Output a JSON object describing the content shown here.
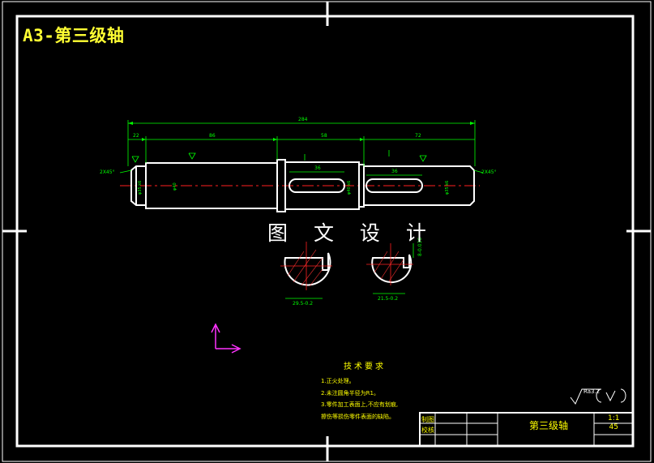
{
  "sheet_title": "A3-第三级轴",
  "watermark": "图 文 设 计",
  "dimensions": {
    "overall": "284",
    "seg_left": "22",
    "seg_1": "86",
    "seg_2": "58",
    "seg_3": "72",
    "chamfer_left": "2X45°",
    "chamfer_right": "2X45°",
    "keyway_1": "36",
    "keyway_2": "36"
  },
  "sections": {
    "dim_1": "29.5-0.2",
    "dim_2": "21.5-0.2",
    "width_2": "8-0.036"
  },
  "technical_requirements": {
    "title": "技术要求",
    "items": [
      "1.正火处理。",
      "2.未注圆角半径为R1。",
      "3.零件加工表面上,不应有划痕,",
      "擦伤等损伤零件表面的缺陷。"
    ]
  },
  "roughness": {
    "general": "Ra3.2"
  },
  "title_block": {
    "drawn_label": "制图",
    "checked_label": "校核",
    "part_name": "第三级轴",
    "scale": "1:1",
    "material": "45"
  },
  "colors": {
    "frame": "#ffffff",
    "title": "#ffff33",
    "dimension": "#00ff00",
    "centerline": "#ff2020",
    "hatch": "#ff3333",
    "ucs": "#ff33ff",
    "text": "#ffff00"
  }
}
